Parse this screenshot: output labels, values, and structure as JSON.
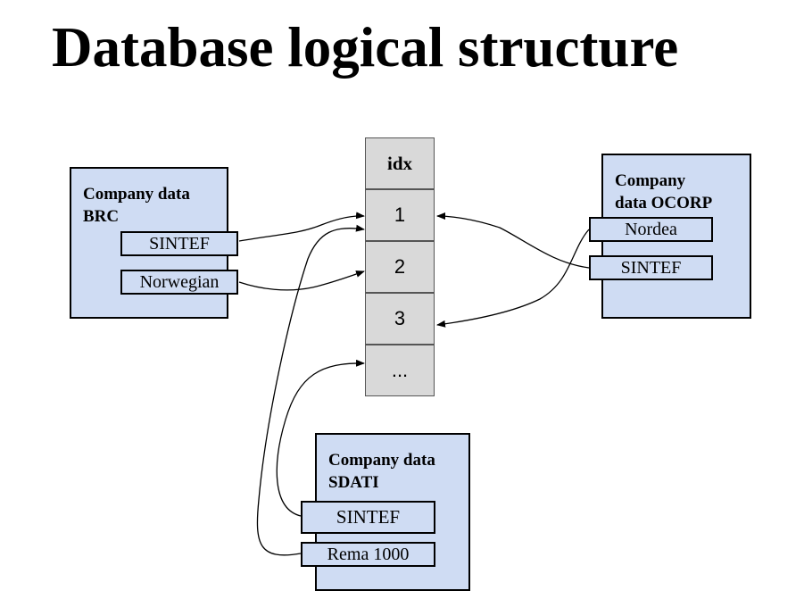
{
  "title": "Database logical structure",
  "colors": {
    "box_fill": "#cfdcf3",
    "index_fill": "#d9d9d9",
    "stroke": "#000000"
  },
  "index": {
    "header": "idx",
    "rows": [
      "1",
      "2",
      "3",
      "..."
    ]
  },
  "companies": {
    "brc": {
      "title_line1": "Company data",
      "title_line2": "BRC",
      "fields": [
        "SINTEF",
        "Norwegian"
      ]
    },
    "ocorp": {
      "title_line1": "Company",
      "title_line2": "data OCORP",
      "fields": [
        "Nordea",
        "SINTEF"
      ]
    },
    "sdati": {
      "title_line1": "Company data",
      "title_line2": "SDATI",
      "fields": [
        "SINTEF",
        "Rema 1000"
      ]
    }
  },
  "links": [
    {
      "from": "BRC.SINTEF",
      "to": "1"
    },
    {
      "from": "BRC.Norwegian",
      "to": "2"
    },
    {
      "from": "OCORP.Nordea",
      "to": "3"
    },
    {
      "from": "OCORP.SINTEF",
      "to": "1"
    },
    {
      "from": "SDATI.SINTEF",
      "to": "..."
    },
    {
      "from": "SDATI.Rema 1000",
      "to": "1"
    }
  ]
}
